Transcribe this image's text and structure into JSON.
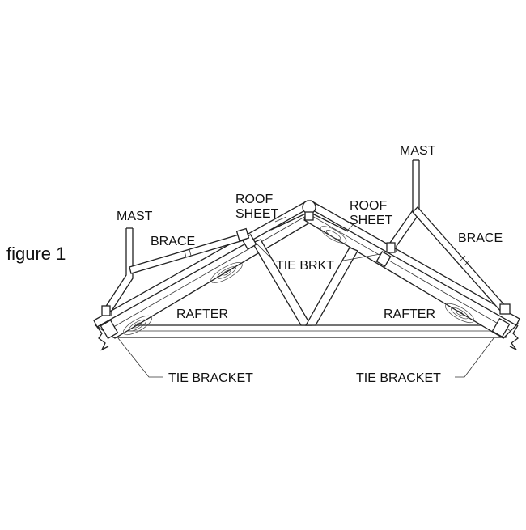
{
  "figure_label": "figure 1",
  "labels": {
    "mast_left": "MAST",
    "mast_right": "MAST",
    "brace_left": "BRACE",
    "brace_right": "BRACE",
    "roof_sheet_left_1": "ROOF",
    "roof_sheet_left_2": "SHEET",
    "roof_sheet_right_1": "ROOF",
    "roof_sheet_right_2": "SHEET",
    "tie_brkt": "TIE BRKT",
    "rafter_left": "RAFTER",
    "rafter_right": "RAFTER",
    "tie_bracket_left": "TIE BRACKET",
    "tie_bracket_right": "TIE BRACKET"
  }
}
